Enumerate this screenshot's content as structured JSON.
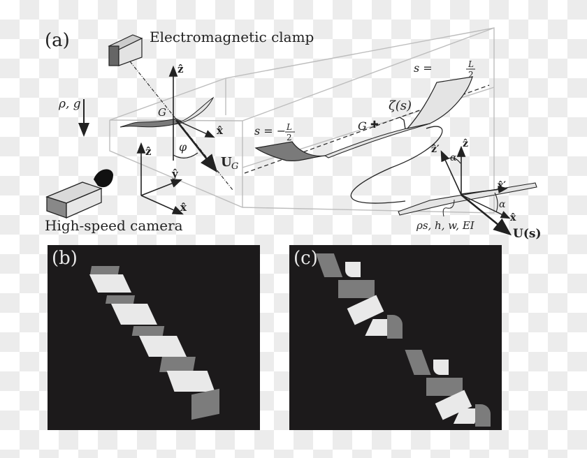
{
  "figure": {
    "panels": [
      {
        "id": "a",
        "label": "(a)"
      },
      {
        "id": "b",
        "label": "(b)"
      },
      {
        "id": "c",
        "label": "(c)"
      }
    ],
    "labels": {
      "clamp": "Electromagnetic clamp",
      "camera": "High-speed camera",
      "gravity": "ρ, g",
      "z_hat": "ẑ",
      "x_hat": "x̂",
      "y_hat": "ŷ",
      "center_of_mass": "G",
      "phi": "φ",
      "velocity_G": "U",
      "velocity_G_sub": "G",
      "s_minus": "s = −",
      "s_plus": "s = ",
      "L": "L",
      "two": "2",
      "zeta": "ζ(s)",
      "z_prime": "ẑ′",
      "x_prime": "x̂′",
      "alpha": "α",
      "params": "ρs, h, w, EI",
      "velocity_s": "U(s)"
    },
    "colors": {
      "ink": "#222222",
      "box_outline": "#bdbdbd",
      "ribbon_dark": "#7a7a7a",
      "ribbon_light": "#e4e4e4",
      "photo_bg": "#1c1a1b",
      "strip_bright": "#e9e9e9",
      "strip_mid": "#7c7c7c"
    }
  }
}
